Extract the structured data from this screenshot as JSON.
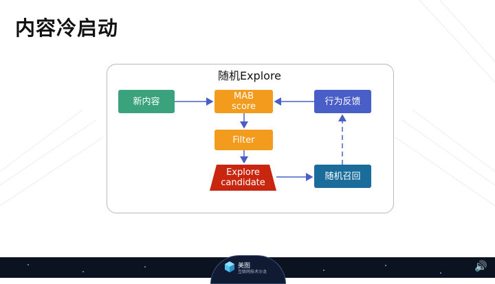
{
  "slide": {
    "title": "内容冷启动"
  },
  "diagram": {
    "frame_title": "随机Explore",
    "nodes": {
      "new_content": "新内容",
      "mab_score": "MAB\nscore",
      "feedback": "行为反馈",
      "filter": "Filter",
      "explore_candidate": "Explore\ncandidate",
      "random_recall": "随机召回"
    }
  },
  "footer": {
    "logo_line1": "美图",
    "logo_line2": "互联网技术沙龙",
    "speaker_icon": "speaker-icon"
  },
  "colors": {
    "green": "#3aa37e",
    "orange": "#f39b1c",
    "blue": "#4a5ec7",
    "teal": "#1a6d9a",
    "red": "#c8260f",
    "arrow": "#4a5ec7"
  }
}
